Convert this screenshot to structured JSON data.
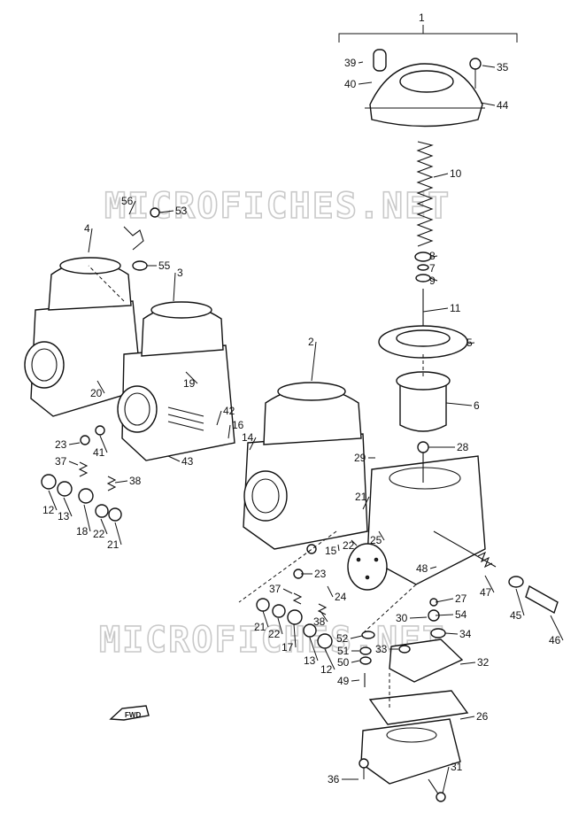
{
  "watermark": "MICROFICHES.NET",
  "fwd_label": "FWD",
  "callouts": [
    "1",
    "2",
    "3",
    "4",
    "5",
    "6",
    "7",
    "8",
    "9",
    "10",
    "11",
    "12",
    "13",
    "14",
    "15",
    "16",
    "17",
    "18",
    "19",
    "20",
    "21",
    "22",
    "23",
    "24",
    "25",
    "26",
    "27",
    "28",
    "29",
    "30",
    "31",
    "32",
    "33",
    "34",
    "35",
    "36",
    "37",
    "38",
    "39",
    "40",
    "41",
    "42",
    "43",
    "44",
    "45",
    "46",
    "47",
    "48",
    "49",
    "50",
    "51",
    "52",
    "53",
    "54",
    "55",
    "56"
  ],
  "labels": [
    {
      "text": "1"
    },
    {
      "text": "39"
    },
    {
      "text": "35"
    },
    {
      "text": "40"
    },
    {
      "text": "44"
    },
    {
      "text": "10"
    },
    {
      "text": "56"
    },
    {
      "text": "53"
    },
    {
      "text": "4"
    },
    {
      "text": "55"
    },
    {
      "text": "3"
    },
    {
      "text": "8"
    },
    {
      "text": "7"
    },
    {
      "text": "9"
    },
    {
      "text": "11"
    },
    {
      "text": "5"
    },
    {
      "text": "2"
    },
    {
      "text": "19"
    },
    {
      "text": "20"
    },
    {
      "text": "6"
    },
    {
      "text": "42"
    },
    {
      "text": "16"
    },
    {
      "text": "14"
    },
    {
      "text": "23"
    },
    {
      "text": "41"
    },
    {
      "text": "28"
    },
    {
      "text": "37"
    },
    {
      "text": "43"
    },
    {
      "text": "29"
    },
    {
      "text": "38"
    },
    {
      "text": "21"
    },
    {
      "text": "12"
    },
    {
      "text": "13"
    },
    {
      "text": "18"
    },
    {
      "text": "22"
    },
    {
      "text": "21"
    },
    {
      "text": "22"
    },
    {
      "text": "25"
    },
    {
      "text": "15"
    },
    {
      "text": "48"
    },
    {
      "text": "23"
    },
    {
      "text": "24"
    },
    {
      "text": "47"
    },
    {
      "text": "45"
    },
    {
      "text": "46"
    },
    {
      "text": "37"
    },
    {
      "text": "27"
    },
    {
      "text": "30"
    },
    {
      "text": "54"
    },
    {
      "text": "21"
    },
    {
      "text": "22"
    },
    {
      "text": "17"
    },
    {
      "text": "38"
    },
    {
      "text": "34"
    },
    {
      "text": "52"
    },
    {
      "text": "13"
    },
    {
      "text": "12"
    },
    {
      "text": "33"
    },
    {
      "text": "51"
    },
    {
      "text": "50"
    },
    {
      "text": "32"
    },
    {
      "text": "49"
    },
    {
      "text": "26"
    },
    {
      "text": "31"
    },
    {
      "text": "36"
    }
  ]
}
